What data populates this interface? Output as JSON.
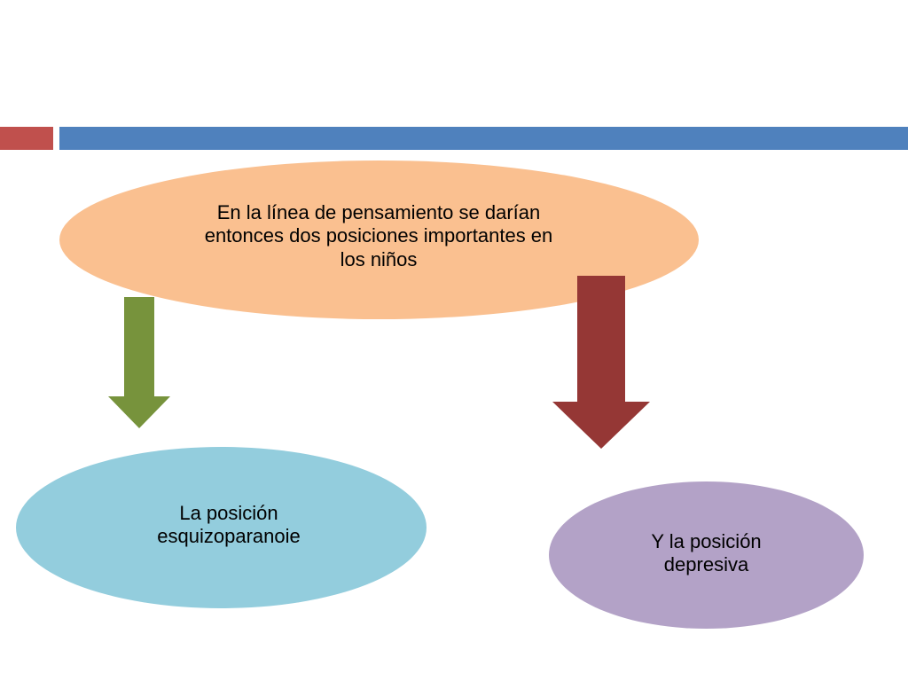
{
  "colors": {
    "header_accent": "#c0504d",
    "header_bar": "#4f81bd",
    "top_ellipse": "#fac090",
    "left_ellipse": "#93cddd",
    "right_ellipse": "#b3a2c7",
    "left_arrow": "#77933c",
    "right_arrow": "#953735"
  },
  "diagram": {
    "top_node": {
      "line1": "En  la línea de pensamiento se darían",
      "line2": "entonces dos posiciones importantes en",
      "line3": "los niños"
    },
    "left_node": {
      "line1": "La posición",
      "line2": "esquizoparanoie"
    },
    "right_node": {
      "line1": "Y la posición",
      "line2": "depresiva"
    },
    "arrows": [
      {
        "from": "top_node",
        "to": "left_node",
        "icon": "down-arrow-icon"
      },
      {
        "from": "top_node",
        "to": "right_node",
        "icon": "down-arrow-icon"
      }
    ]
  }
}
